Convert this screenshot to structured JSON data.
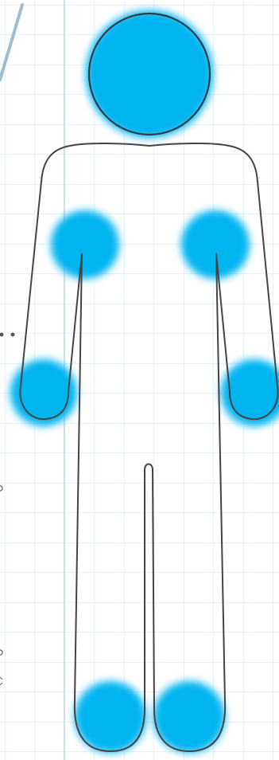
{
  "background": {
    "paper": "#ffffff",
    "grid_line_color": "#cfe6f3",
    "grid_major_color": "#b9d3e2",
    "stylus_color": "#9fbdd0"
  },
  "figure": {
    "type": "body-outline",
    "outline_color": "#444444",
    "body_fill": "#ffffff",
    "highlight_color": "#00b4f0",
    "highlight_regions": [
      "head",
      "left-shoulder",
      "right-shoulder",
      "left-hand",
      "right-hand",
      "left-foot",
      "right-foot"
    ]
  }
}
